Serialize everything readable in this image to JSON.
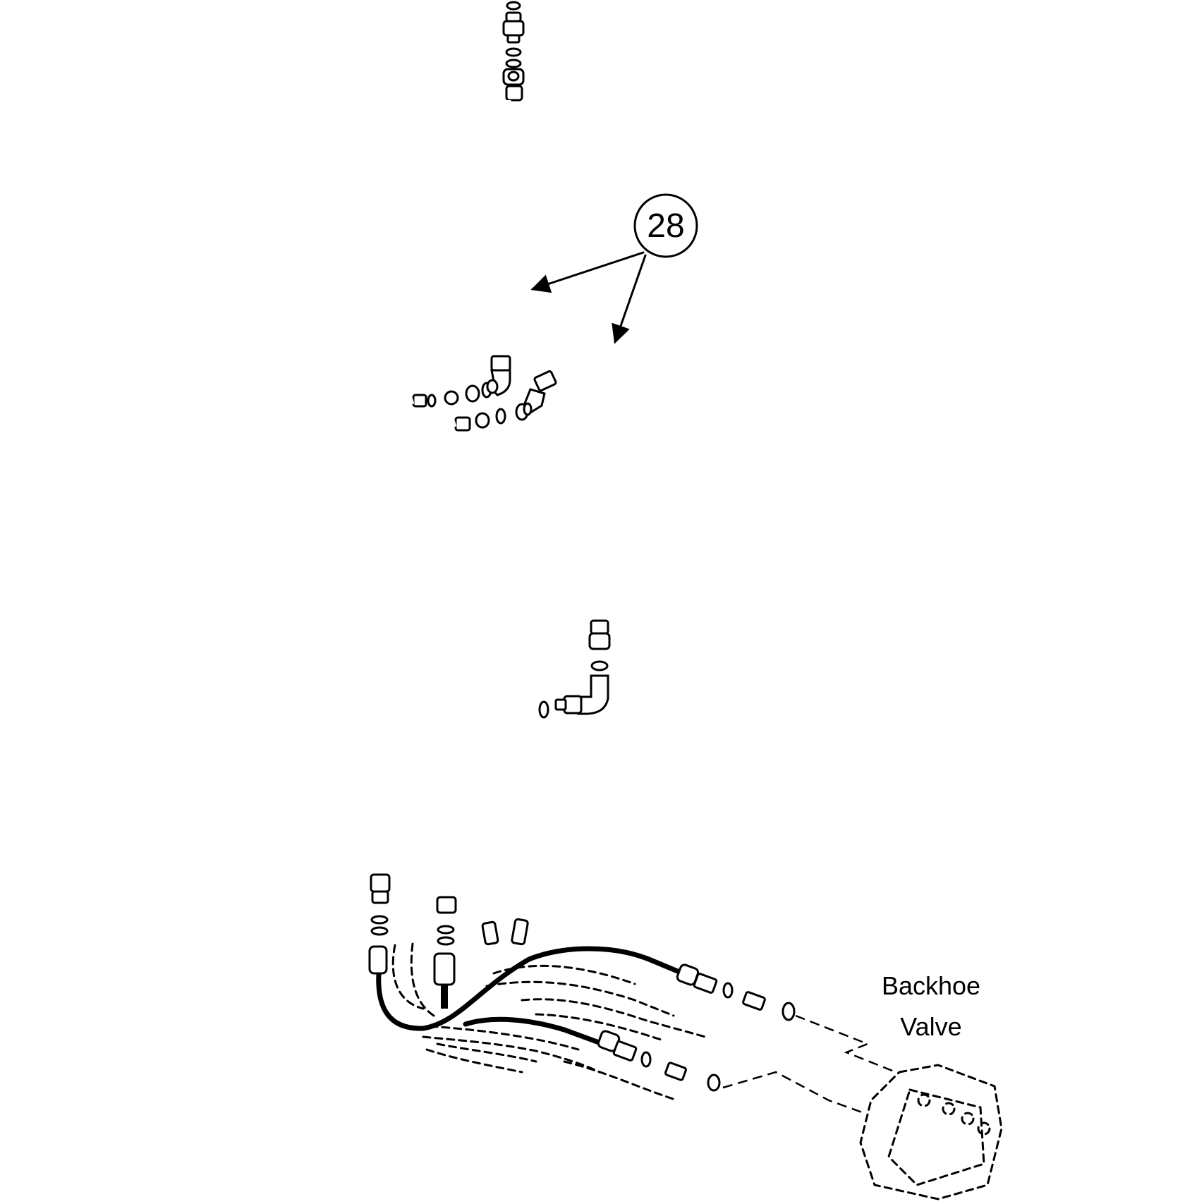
{
  "callout": {
    "number": "28"
  },
  "label": {
    "line1": "Backhoe",
    "line2": "Valve"
  }
}
